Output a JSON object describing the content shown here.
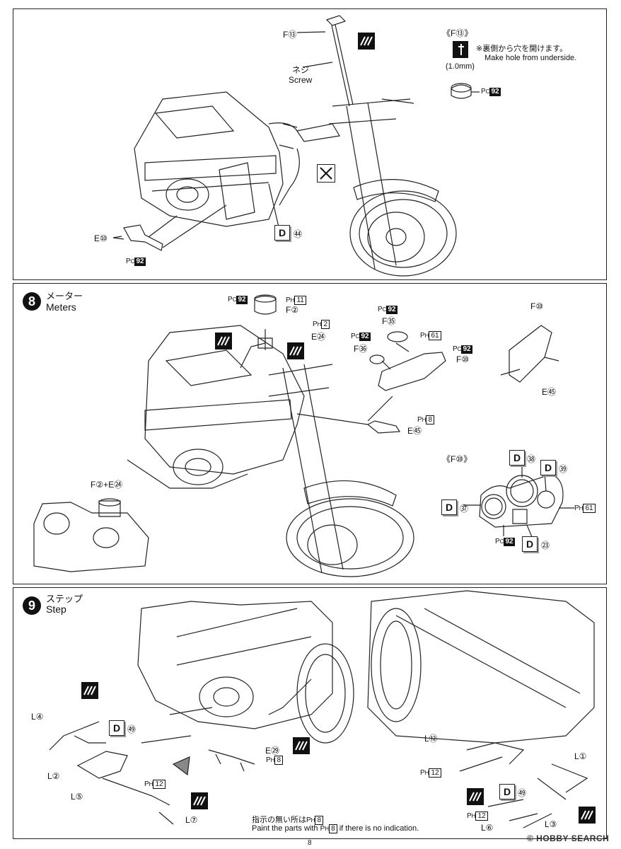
{
  "page_number": "8",
  "watermark": "© HOBBY SEARCH",
  "panel_top": {
    "screw_label_jp": "ネジ",
    "screw_label_en": "Screw",
    "part_f13": "F⑬",
    "part_e10": "E⑩",
    "part_d44": "㊹",
    "paint_pc92": "92",
    "detail_title": "《F⑬》",
    "detail_note_jp": "※裏側から穴を開けます。",
    "detail_note_en": "Make hole from underside.",
    "drill_size": "(1.0mm)"
  },
  "panel_meters": {
    "step_number": "8",
    "title_jp": "メーター",
    "title_en": "Meters",
    "labels": {
      "f2": "F②",
      "e24": "E㉔",
      "f35": "F㉟",
      "f36": "F㊱",
      "f10_main": "F⑩",
      "f10_right": "F⑩",
      "e45": "E㊺",
      "e45_right": "E㊺",
      "f2_e24": "F②+E㉔",
      "ph11": "11",
      "ph2": "2",
      "ph61": "61",
      "ph8": "8",
      "pc92": "92"
    },
    "detail_title": "《F⑩》",
    "detail_labels": {
      "d38": "㊳",
      "d39": "㊴",
      "d37": "㊲",
      "d23": "㉓",
      "ph61": "61",
      "pc92": "92"
    }
  },
  "panel_step": {
    "step_number": "9",
    "title_jp": "ステップ",
    "title_en": "Step",
    "labels": {
      "l4": "L④",
      "l2": "L②",
      "l5": "L⑤",
      "l7": "L⑦",
      "d49_left": "㊾",
      "e29": "E㉙",
      "ph8": "8",
      "ph12_left": "12",
      "l12": "L⑫",
      "ph12_right1": "12",
      "ph12_right2": "12",
      "d49_right": "㊾",
      "l1": "L①",
      "l3": "L③",
      "l6": "L⑥"
    },
    "note_jp": "指示の無い所は",
    "note_jp_end": "8",
    "note_en_start": "Paint the parts with",
    "note_en_ph": "8",
    "note_en_end": " if there is no indication."
  }
}
